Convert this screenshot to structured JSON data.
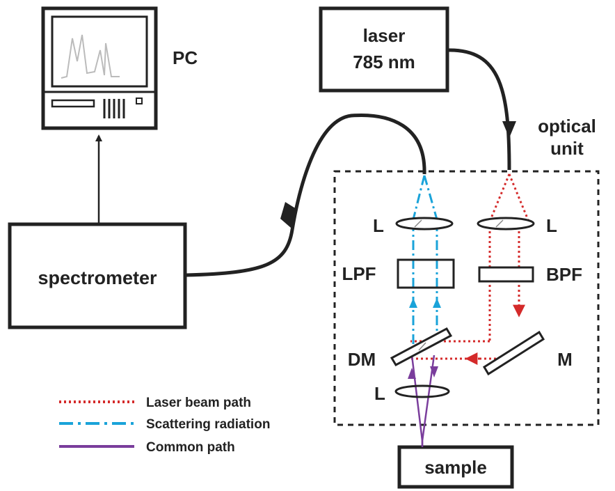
{
  "labels": {
    "pc": "PC",
    "laser_line1": "laser",
    "laser_line2": "785 nm",
    "optical_line1": "optical",
    "optical_line2": "unit",
    "spectrometer": "spectrometer",
    "sample": "sample",
    "lens": "L",
    "lpf": "LPF",
    "bpf": "BPF",
    "dm": "DM",
    "mirror": "M"
  },
  "legend": [
    {
      "label": "Laser beam path",
      "style": "dotted",
      "color": "#d42a2a"
    },
    {
      "label": "Scattering radiation",
      "style": "dash-dot",
      "color": "#1aa3d9"
    },
    {
      "label": "Common path",
      "style": "solid",
      "color": "#7a3d9c"
    }
  ],
  "colors": {
    "laser": "#d42a2a",
    "scatter": "#1aa3d9",
    "common": "#7a3d9c",
    "ink": "#222222",
    "monitor_trace": "#bbbbbb"
  }
}
